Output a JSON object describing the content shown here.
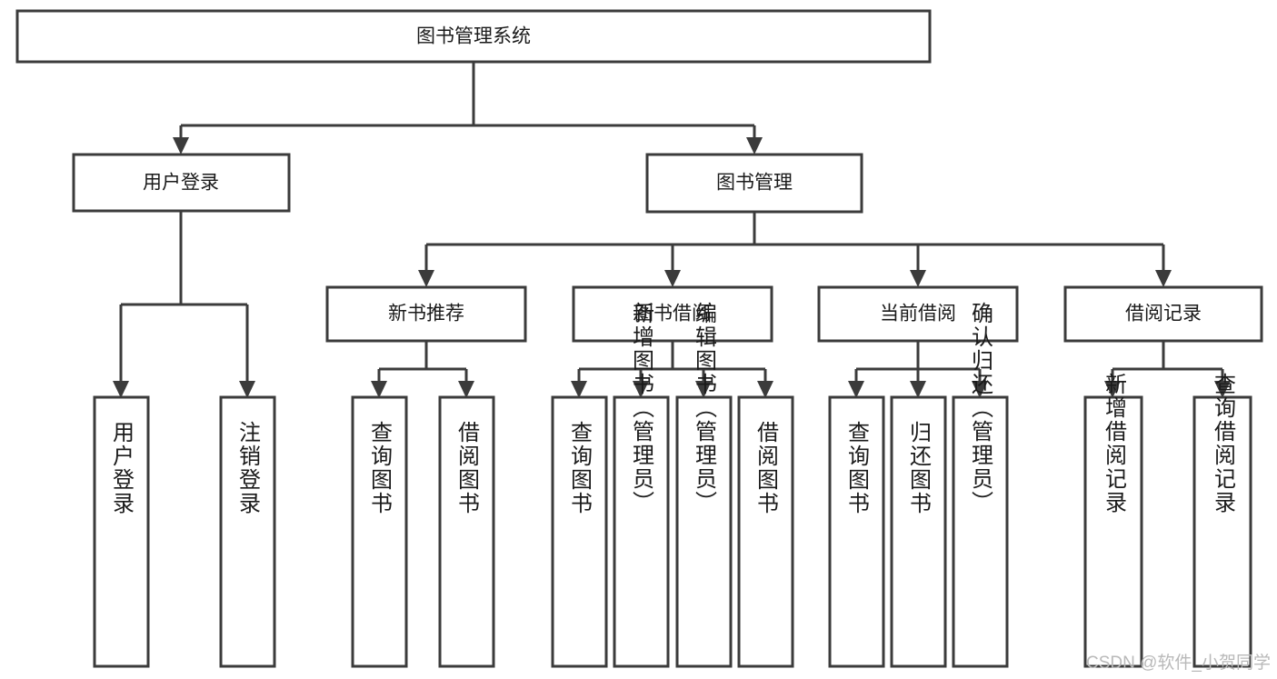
{
  "diagram": {
    "type": "tree-hierarchy-chart",
    "title": "图书管理系统",
    "colors": {
      "box_stroke": "#3b3b3b",
      "box_fill": "#ffffff",
      "connector": "#3b3b3b",
      "text": "#1a1a1a",
      "watermark": "#b9b9b9",
      "background": "#ffffff"
    },
    "root": {
      "label": "图书管理系统"
    },
    "level2": [
      {
        "id": "user-login",
        "label": "用户登录"
      },
      {
        "id": "book-management",
        "label": "图书管理"
      }
    ],
    "level3": [
      {
        "id": "new-book-recommend",
        "label": "新书推荐",
        "parent": "book-management"
      },
      {
        "id": "book-borrow",
        "label": "图书借阅",
        "parent": "book-management"
      },
      {
        "id": "current-borrow",
        "label": "当前借阅",
        "parent": "book-management"
      },
      {
        "id": "borrow-record",
        "label": "借阅记录",
        "parent": "book-management"
      }
    ],
    "leaves": {
      "user-login": [
        {
          "id": "leaf-user-login",
          "label": "用户登录"
        },
        {
          "id": "leaf-user-logout",
          "label": "注销登录"
        }
      ],
      "new-book-recommend": [
        {
          "id": "leaf-query-book-1",
          "label": "查询图书"
        },
        {
          "id": "leaf-borrow-book-1",
          "label": "借阅图书"
        }
      ],
      "book-borrow": [
        {
          "id": "leaf-query-book-2",
          "label": "查询图书"
        },
        {
          "id": "leaf-add-book",
          "label": "新增图书（管理员）"
        },
        {
          "id": "leaf-edit-book",
          "label": "编辑图书（管理员）"
        },
        {
          "id": "leaf-borrow-book-2",
          "label": "借阅图书"
        }
      ],
      "current-borrow": [
        {
          "id": "leaf-query-book-3",
          "label": "查询图书"
        },
        {
          "id": "leaf-return-book",
          "label": "归还图书"
        },
        {
          "id": "leaf-confirm-return",
          "label": "确认归还（管理员）"
        }
      ],
      "borrow-record": [
        {
          "id": "leaf-add-record",
          "label": "新增借阅记录"
        },
        {
          "id": "leaf-query-record",
          "label": "查询借阅记录"
        }
      ]
    }
  },
  "watermark": {
    "text": "CSDN @软件_小贺同学"
  }
}
